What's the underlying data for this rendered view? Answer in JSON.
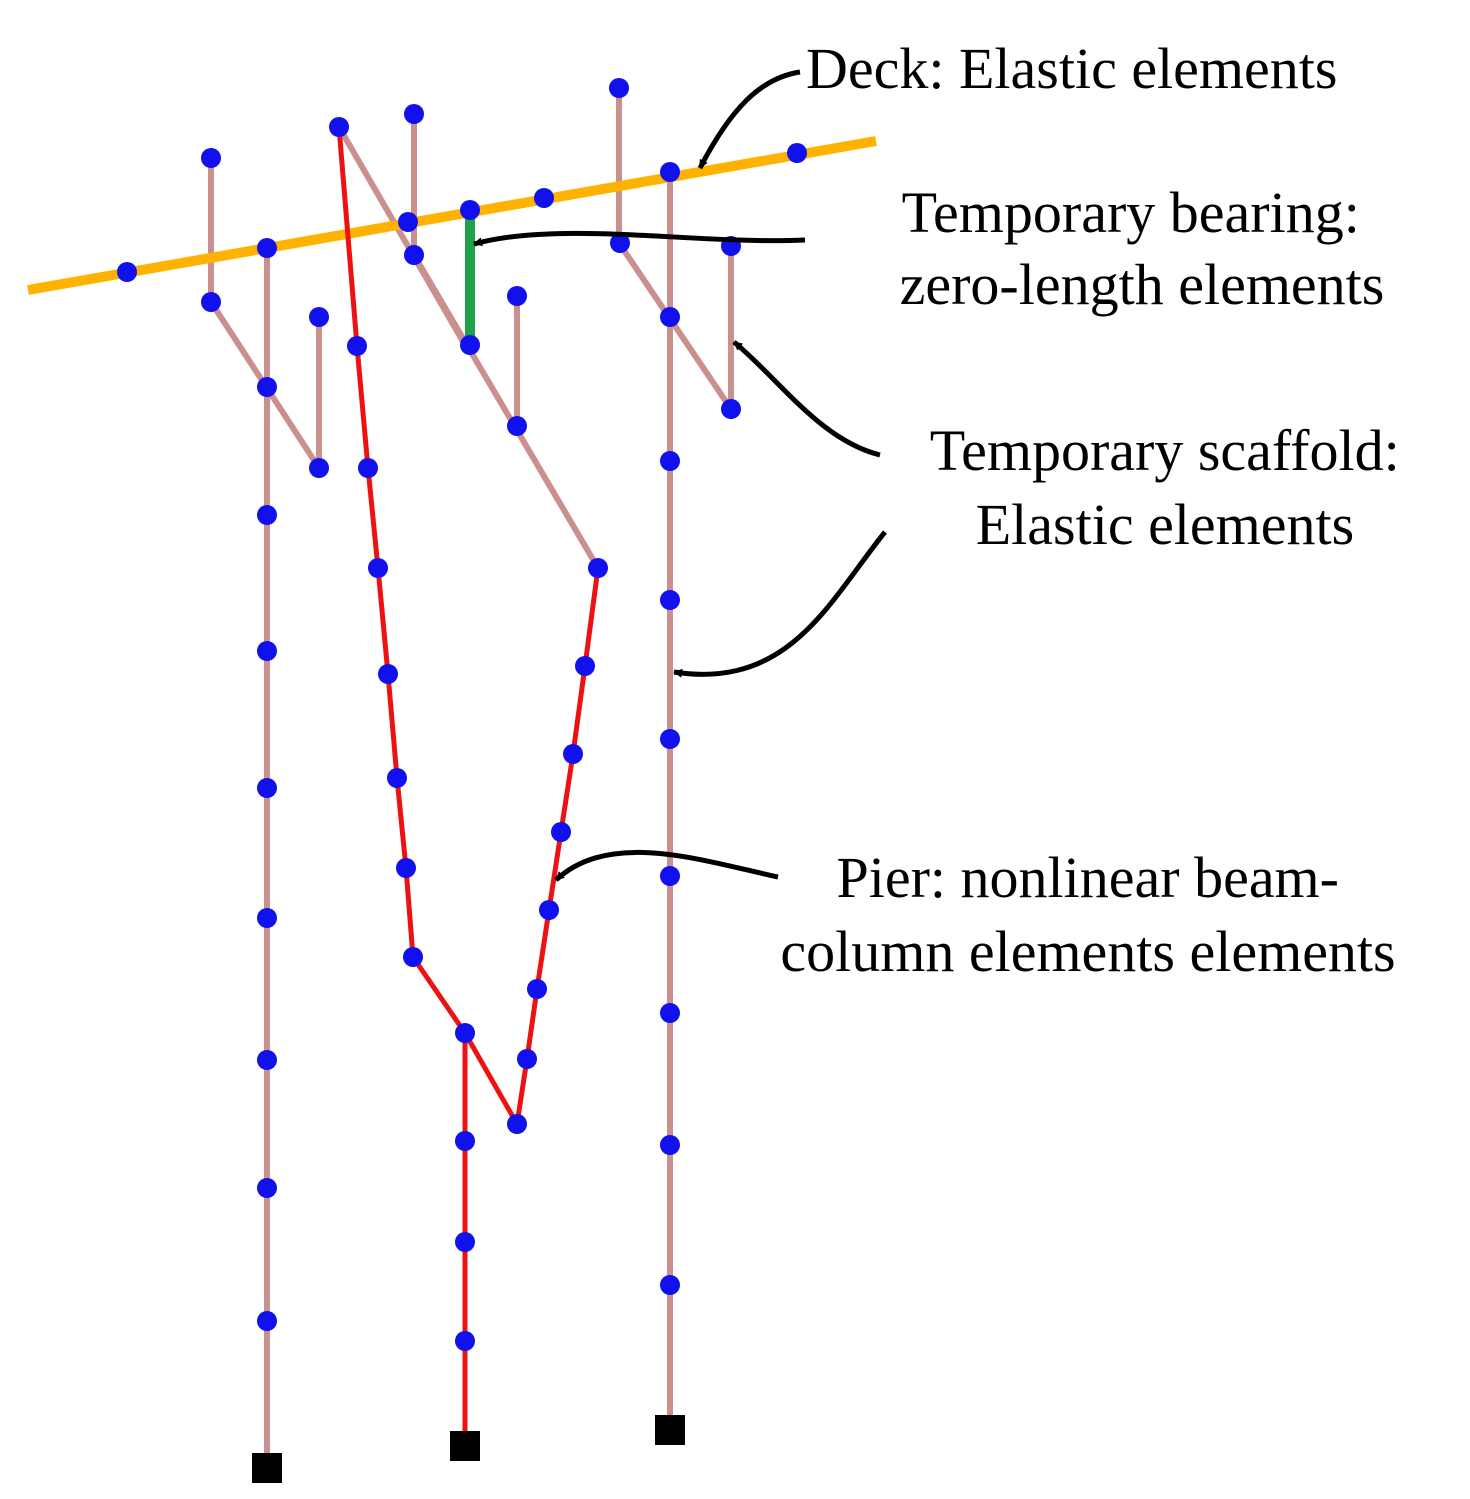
{
  "colors": {
    "deck": "#ffb300",
    "scaffold": "#c9908e",
    "pier": "#ee1111",
    "bearing": "#1fa34a",
    "node": "#1111ee",
    "support": "#000000",
    "arrow": "#000000"
  },
  "labels": {
    "deck": [
      "Deck: Elastic elements"
    ],
    "bearing": [
      "Temporary bearing:",
      "zero-length elements"
    ],
    "scaffold": [
      "Temporary scaffold:",
      "Elastic elements"
    ],
    "pier": [
      "Pier: nonlinear beam-",
      "column elements elements"
    ]
  }
}
